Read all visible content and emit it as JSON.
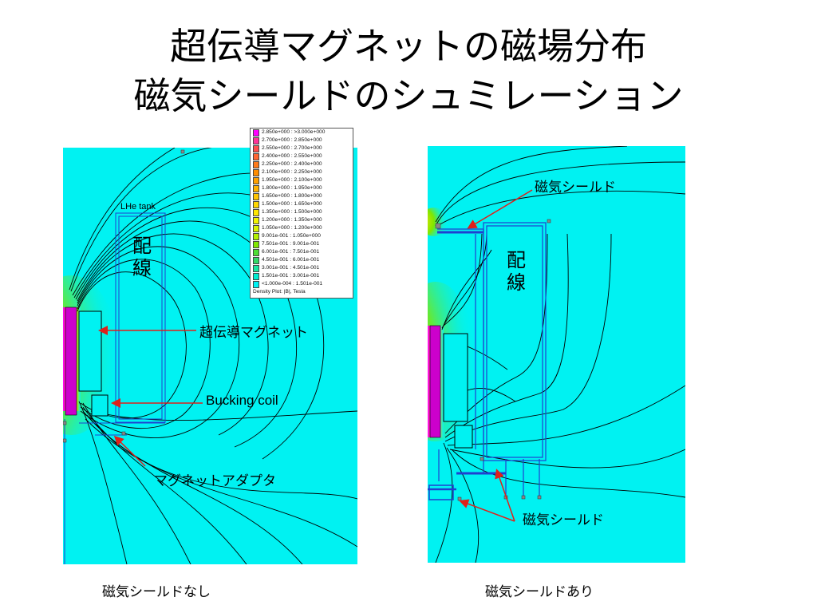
{
  "title": {
    "line1": "超伝導マグネットの磁場分布",
    "line2": "磁気シールドのシュミレーション"
  },
  "legend": {
    "entries": [
      {
        "label": "2.850e+000 : >3.000e+000",
        "color": "#ff00ff"
      },
      {
        "label": "2.700e+000 : 2.850e+000",
        "color": "#ff3399"
      },
      {
        "label": "2.550e+000 : 2.700e+000",
        "color": "#ff4d4d"
      },
      {
        "label": "2.400e+000 : 2.550e+000",
        "color": "#ff6633"
      },
      {
        "label": "2.250e+000 : 2.400e+000",
        "color": "#ff7a1a"
      },
      {
        "label": "2.100e+000 : 2.250e+000",
        "color": "#ff8c00"
      },
      {
        "label": "1.950e+000 : 2.100e+000",
        "color": "#ffa000"
      },
      {
        "label": "1.800e+000 : 1.950e+000",
        "color": "#ffb300"
      },
      {
        "label": "1.650e+000 : 1.800e+000",
        "color": "#ffc400"
      },
      {
        "label": "1.500e+000 : 1.650e+000",
        "color": "#ffd600"
      },
      {
        "label": "1.350e+000 : 1.500e+000",
        "color": "#ffe600"
      },
      {
        "label": "1.200e+000 : 1.350e+000",
        "color": "#f2f200"
      },
      {
        "label": "1.050e+000 : 1.200e+000",
        "color": "#d9f200"
      },
      {
        "label": "9.001e-001 : 1.050e+000",
        "color": "#b3ef00"
      },
      {
        "label": "7.501e-001 : 9.001e-001",
        "color": "#80e600"
      },
      {
        "label": "6.001e-001 : 7.501e-001",
        "color": "#4ddd33"
      },
      {
        "label": "4.501e-001 : 6.001e-001",
        "color": "#33d966"
      },
      {
        "label": "3.001e-001 : 4.501e-001",
        "color": "#1ae6a0"
      },
      {
        "label": "1.501e-001 : 3.001e-001",
        "color": "#00ecd0"
      },
      {
        "label": "<1.000e-004 : 1.501e-001",
        "color": "#00f2f2"
      }
    ],
    "footer": "Density Plot: |B|, Tesla"
  },
  "left_panel": {
    "tank_label": "LHe tank",
    "wiring_label": "配線",
    "caption": "磁気シールドなし"
  },
  "right_panel": {
    "wiring_label": "配線",
    "caption": "磁気シールドあり"
  },
  "annotations": {
    "magnet": "超伝導マグネット",
    "bucking": "Bucking coil",
    "adapter": "マグネットアダプタ",
    "shield_top": "磁気シールド",
    "shield_bottom": "磁気シールド"
  },
  "colors": {
    "field_background": "#00f2f2",
    "arrow": "#e0201a",
    "structure": "#2040d0"
  }
}
